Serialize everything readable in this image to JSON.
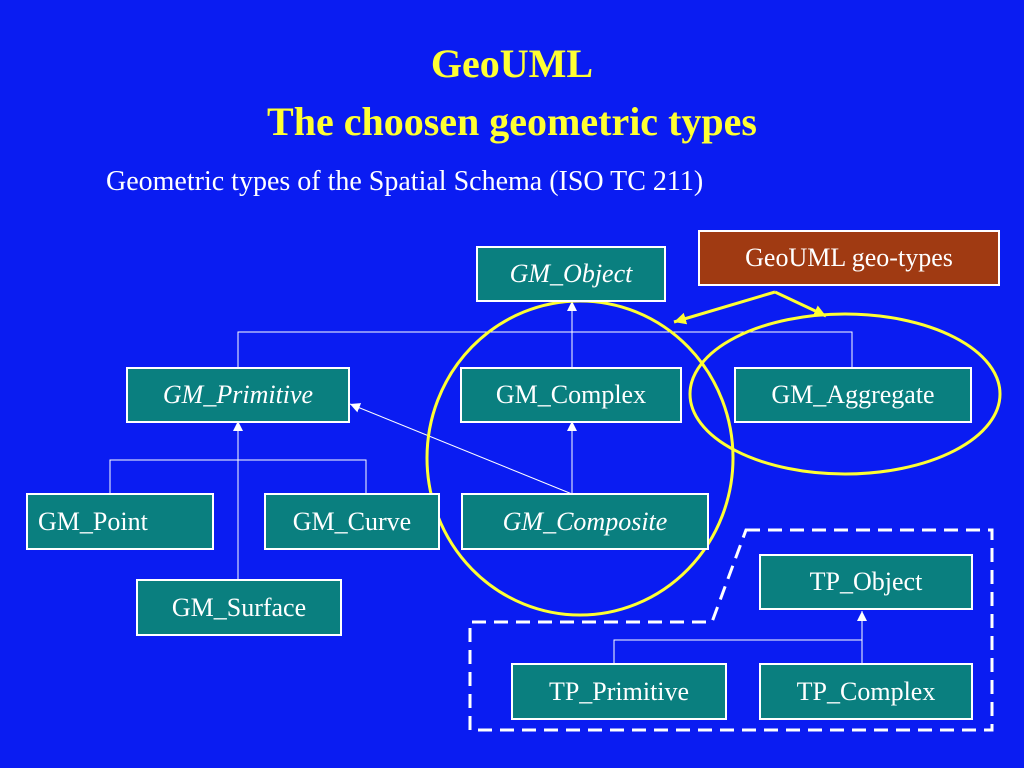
{
  "header": {
    "title": "GeoUML",
    "subtitle": "The choosen geometric types",
    "caption": "Geometric types of the Spatial Schema (ISO TC 211)"
  },
  "legend": {
    "label": "GeoUML geo-types"
  },
  "nodes": {
    "gm_object": "GM_Object",
    "gm_primitive": "GM_Primitive",
    "gm_complex": "GM_Complex",
    "gm_aggregate": "GM_Aggregate",
    "gm_point": "GM_Point",
    "gm_curve": "GM_Curve",
    "gm_composite": "GM_Composite",
    "gm_surface": "GM_Surface",
    "tp_object": "TP_Object",
    "tp_primitive": "TP_Primitive",
    "tp_complex": "TP_Complex"
  },
  "colors": {
    "background": "#0a1cf2",
    "title": "#ffff33",
    "box_fill": "#0a7f7f",
    "legend_fill": "#a03a12",
    "highlight": "#ffff33"
  }
}
